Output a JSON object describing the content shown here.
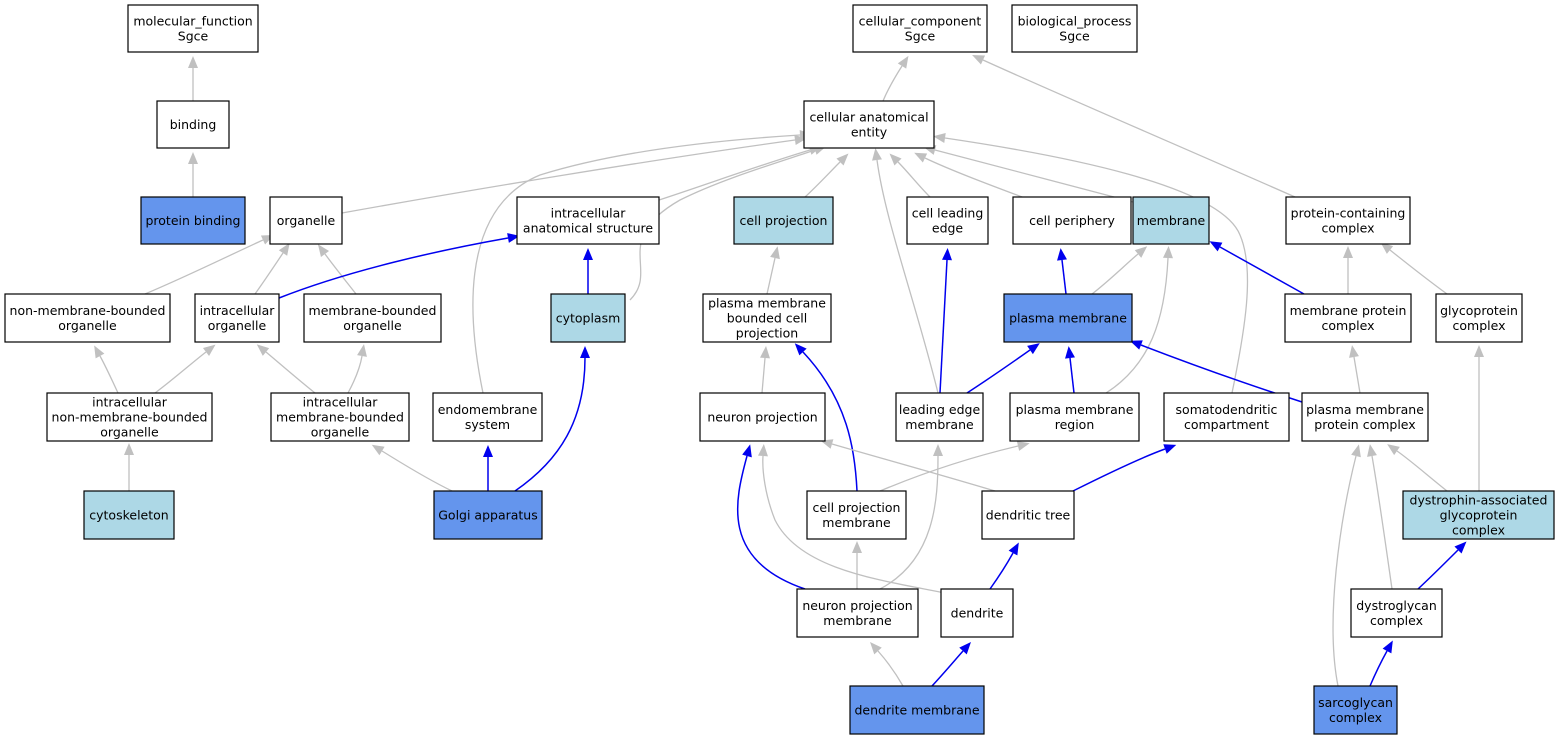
{
  "colors": {
    "plain": "#ffffff",
    "light_blue": "#add8e6",
    "medium_blue": "#6495ed",
    "is_a_edge": "#c0c0c0",
    "highlight_edge": "#0000ee"
  },
  "nodes": [
    {
      "id": "molecular_function",
      "lines": [
        "molecular_function",
        "Sgce"
      ],
      "fill": "plain"
    },
    {
      "id": "binding",
      "lines": [
        "binding"
      ],
      "fill": "plain"
    },
    {
      "id": "protein_binding",
      "lines": [
        "protein binding"
      ],
      "fill": "medium_blue"
    },
    {
      "id": "cellular_component",
      "lines": [
        "cellular_component",
        "Sgce"
      ],
      "fill": "plain"
    },
    {
      "id": "biological_process",
      "lines": [
        "biological_process",
        "Sgce"
      ],
      "fill": "plain"
    },
    {
      "id": "cellular_anatomical_entity",
      "lines": [
        "cellular anatomical",
        "entity"
      ],
      "fill": "plain"
    },
    {
      "id": "organelle",
      "lines": [
        "organelle"
      ],
      "fill": "plain"
    },
    {
      "id": "intracellular_anatomical_structure",
      "lines": [
        "intracellular",
        "anatomical structure"
      ],
      "fill": "plain"
    },
    {
      "id": "cell_projection",
      "lines": [
        "cell projection"
      ],
      "fill": "light_blue"
    },
    {
      "id": "cell_leading_edge",
      "lines": [
        "cell leading",
        "edge"
      ],
      "fill": "plain"
    },
    {
      "id": "cell_periphery",
      "lines": [
        "cell periphery"
      ],
      "fill": "plain"
    },
    {
      "id": "membrane",
      "lines": [
        "membrane"
      ],
      "fill": "light_blue"
    },
    {
      "id": "protein_containing_complex",
      "lines": [
        "protein-containing",
        "complex"
      ],
      "fill": "plain"
    },
    {
      "id": "non_membrane_bounded_organelle",
      "lines": [
        "non-membrane-bounded",
        "organelle"
      ],
      "fill": "plain"
    },
    {
      "id": "intracellular_organelle",
      "lines": [
        "intracellular",
        "organelle"
      ],
      "fill": "plain"
    },
    {
      "id": "membrane_bounded_organelle",
      "lines": [
        "membrane-bounded",
        "organelle"
      ],
      "fill": "plain"
    },
    {
      "id": "cytoplasm",
      "lines": [
        "cytoplasm"
      ],
      "fill": "light_blue"
    },
    {
      "id": "plasma_membrane_bounded_cell_projection",
      "lines": [
        "plasma membrane",
        "bounded cell",
        "projection"
      ],
      "fill": "plain"
    },
    {
      "id": "plasma_membrane",
      "lines": [
        "plasma membrane"
      ],
      "fill": "medium_blue"
    },
    {
      "id": "membrane_protein_complex",
      "lines": [
        "membrane protein",
        "complex"
      ],
      "fill": "plain"
    },
    {
      "id": "glycoprotein_complex",
      "lines": [
        "glycoprotein",
        "complex"
      ],
      "fill": "plain"
    },
    {
      "id": "intracellular_non_membrane_bounded_organelle",
      "lines": [
        "intracellular",
        "non-membrane-bounded",
        "organelle"
      ],
      "fill": "plain"
    },
    {
      "id": "intracellular_membrane_bounded_organelle",
      "lines": [
        "intracellular",
        "membrane-bounded",
        "organelle"
      ],
      "fill": "plain"
    },
    {
      "id": "endomembrane_system",
      "lines": [
        "endomembrane",
        "system"
      ],
      "fill": "plain"
    },
    {
      "id": "neuron_projection",
      "lines": [
        "neuron projection"
      ],
      "fill": "plain"
    },
    {
      "id": "leading_edge_membrane",
      "lines": [
        "leading edge",
        "membrane"
      ],
      "fill": "plain"
    },
    {
      "id": "plasma_membrane_region",
      "lines": [
        "plasma membrane",
        "region"
      ],
      "fill": "plain"
    },
    {
      "id": "somatodendritic_compartment",
      "lines": [
        "somatodendritic",
        "compartment"
      ],
      "fill": "plain"
    },
    {
      "id": "plasma_membrane_protein_complex",
      "lines": [
        "plasma membrane",
        "protein complex"
      ],
      "fill": "plain"
    },
    {
      "id": "cytoskeleton",
      "lines": [
        "cytoskeleton"
      ],
      "fill": "light_blue"
    },
    {
      "id": "golgi_apparatus",
      "lines": [
        "Golgi apparatus"
      ],
      "fill": "medium_blue"
    },
    {
      "id": "cell_projection_membrane",
      "lines": [
        "cell projection",
        "membrane"
      ],
      "fill": "plain"
    },
    {
      "id": "dendritic_tree",
      "lines": [
        "dendritic tree"
      ],
      "fill": "plain"
    },
    {
      "id": "dystrophin_associated_glycoprotein_complex",
      "lines": [
        "dystrophin-associated",
        "glycoprotein",
        "complex"
      ],
      "fill": "light_blue"
    },
    {
      "id": "neuron_projection_membrane",
      "lines": [
        "neuron projection",
        "membrane"
      ],
      "fill": "plain"
    },
    {
      "id": "dendrite",
      "lines": [
        "dendrite"
      ],
      "fill": "plain"
    },
    {
      "id": "dystroglycan_complex",
      "lines": [
        "dystroglycan",
        "complex"
      ],
      "fill": "plain"
    },
    {
      "id": "dendrite_membrane",
      "lines": [
        "dendrite membrane"
      ],
      "fill": "medium_blue"
    },
    {
      "id": "sarcoglycan_complex",
      "lines": [
        "sarcoglycan",
        "complex"
      ],
      "fill": "medium_blue"
    }
  ],
  "edges": [
    {
      "from": "binding",
      "to": "molecular_function",
      "kind": "gray"
    },
    {
      "from": "protein_binding",
      "to": "binding",
      "kind": "gray"
    },
    {
      "from": "cellular_anatomical_entity",
      "to": "cellular_component",
      "kind": "gray"
    },
    {
      "from": "protein_containing_complex",
      "to": "cellular_component",
      "kind": "gray"
    },
    {
      "from": "organelle",
      "to": "cellular_anatomical_entity",
      "kind": "gray"
    },
    {
      "from": "intracellular_anatomical_structure",
      "to": "cellular_anatomical_entity",
      "kind": "gray"
    },
    {
      "from": "cell_projection",
      "to": "cellular_anatomical_entity",
      "kind": "gray"
    },
    {
      "from": "cell_leading_edge",
      "to": "cellular_anatomical_entity",
      "kind": "gray"
    },
    {
      "from": "cell_periphery",
      "to": "cellular_anatomical_entity",
      "kind": "gray"
    },
    {
      "from": "membrane",
      "to": "cellular_anatomical_entity",
      "kind": "gray"
    },
    {
      "from": "cytoplasm",
      "to": "cellular_anatomical_entity",
      "kind": "gray"
    },
    {
      "from": "endomembrane_system",
      "to": "cellular_anatomical_entity",
      "kind": "gray"
    },
    {
      "from": "leading_edge_membrane",
      "to": "cellular_anatomical_entity",
      "kind": "gray"
    },
    {
      "from": "somatodendritic_compartment",
      "to": "cellular_anatomical_entity",
      "kind": "gray"
    },
    {
      "from": "non_membrane_bounded_organelle",
      "to": "organelle",
      "kind": "gray"
    },
    {
      "from": "intracellular_organelle",
      "to": "organelle",
      "kind": "gray"
    },
    {
      "from": "membrane_bounded_organelle",
      "to": "organelle",
      "kind": "gray"
    },
    {
      "from": "intracellular_organelle",
      "to": "intracellular_anatomical_structure",
      "kind": "blue"
    },
    {
      "from": "cytoplasm",
      "to": "intracellular_anatomical_structure",
      "kind": "blue"
    },
    {
      "from": "plasma_membrane_bounded_cell_projection",
      "to": "cell_projection",
      "kind": "gray"
    },
    {
      "from": "leading_edge_membrane",
      "to": "cell_leading_edge",
      "kind": "blue"
    },
    {
      "from": "plasma_membrane",
      "to": "cell_periphery",
      "kind": "blue"
    },
    {
      "from": "plasma_membrane",
      "to": "membrane",
      "kind": "gray"
    },
    {
      "from": "plasma_membrane_region",
      "to": "membrane",
      "kind": "gray"
    },
    {
      "from": "membrane_protein_complex",
      "to": "membrane",
      "kind": "blue"
    },
    {
      "from": "membrane_protein_complex",
      "to": "protein_containing_complex",
      "kind": "gray"
    },
    {
      "from": "glycoprotein_complex",
      "to": "protein_containing_complex",
      "kind": "gray"
    },
    {
      "from": "intracellular_non_membrane_bounded_organelle",
      "to": "non_membrane_bounded_organelle",
      "kind": "gray"
    },
    {
      "from": "intracellular_non_membrane_bounded_organelle",
      "to": "intracellular_organelle",
      "kind": "gray"
    },
    {
      "from": "intracellular_membrane_bounded_organelle",
      "to": "intracellular_organelle",
      "kind": "gray"
    },
    {
      "from": "intracellular_membrane_bounded_organelle",
      "to": "membrane_bounded_organelle",
      "kind": "gray"
    },
    {
      "from": "cytoskeleton",
      "to": "intracellular_non_membrane_bounded_organelle",
      "kind": "gray"
    },
    {
      "from": "golgi_apparatus",
      "to": "intracellular_membrane_bounded_organelle",
      "kind": "gray"
    },
    {
      "from": "golgi_apparatus",
      "to": "endomembrane_system",
      "kind": "blue"
    },
    {
      "from": "golgi_apparatus",
      "to": "cytoplasm",
      "kind": "blue"
    },
    {
      "from": "neuron_projection",
      "to": "plasma_membrane_bounded_cell_projection",
      "kind": "gray"
    },
    {
      "from": "cell_projection_membrane",
      "to": "plasma_membrane_bounded_cell_projection",
      "kind": "blue"
    },
    {
      "from": "leading_edge_membrane",
      "to": "plasma_membrane",
      "kind": "blue"
    },
    {
      "from": "plasma_membrane_region",
      "to": "plasma_membrane",
      "kind": "blue"
    },
    {
      "from": "plasma_membrane_protein_complex",
      "to": "plasma_membrane",
      "kind": "blue"
    },
    {
      "from": "plasma_membrane_protein_complex",
      "to": "membrane_protein_complex",
      "kind": "gray"
    },
    {
      "from": "dystrophin_associated_glycoprotein_complex",
      "to": "glycoprotein_complex",
      "kind": "gray"
    },
    {
      "from": "dystrophin_associated_glycoprotein_complex",
      "to": "plasma_membrane_protein_complex",
      "kind": "gray"
    },
    {
      "from": "dystroglycan_complex",
      "to": "plasma_membrane_protein_complex",
      "kind": "gray"
    },
    {
      "from": "sarcoglycan_complex",
      "to": "plasma_membrane_protein_complex",
      "kind": "gray"
    },
    {
      "from": "dendritic_tree",
      "to": "neuron_projection",
      "kind": "gray"
    },
    {
      "from": "dendritic_tree",
      "to": "somatodendritic_compartment",
      "kind": "blue"
    },
    {
      "from": "cell_projection_membrane",
      "to": "plasma_membrane_region",
      "kind": "gray"
    },
    {
      "from": "neuron_projection_membrane",
      "to": "neuron_projection",
      "kind": "blue"
    },
    {
      "from": "neuron_projection_membrane",
      "to": "cell_projection_membrane",
      "kind": "gray"
    },
    {
      "from": "neuron_projection_membrane",
      "to": "leading_edge_membrane",
      "kind": "gray"
    },
    {
      "from": "dendrite",
      "to": "neuron_projection",
      "kind": "gray"
    },
    {
      "from": "dendrite",
      "to": "dendritic_tree",
      "kind": "blue"
    },
    {
      "from": "dystroglycan_complex",
      "to": "dystrophin_associated_glycoprotein_complex",
      "kind": "blue"
    },
    {
      "from": "dendrite_membrane",
      "to": "neuron_projection_membrane",
      "kind": "gray"
    },
    {
      "from": "dendrite_membrane",
      "to": "dendrite",
      "kind": "blue"
    },
    {
      "from": "sarcoglycan_complex",
      "to": "dystroglycan_complex",
      "kind": "blue"
    }
  ]
}
